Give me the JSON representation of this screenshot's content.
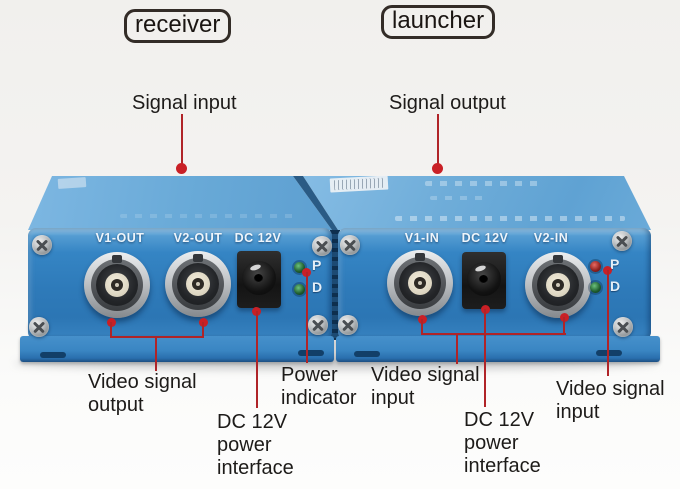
{
  "titles": {
    "receiver": "receiver",
    "launcher": "launcher"
  },
  "top_callouts": {
    "signal_input": "Signal input",
    "signal_output": "Signal output"
  },
  "receiver_device": {
    "port1": "V1-OUT",
    "port2": "V2-OUT",
    "power": "DC 12V",
    "led_p": "P",
    "led_d": "D"
  },
  "launcher_device": {
    "port1": "V1-IN",
    "power": "DC 12V",
    "port2": "V2-IN",
    "led_p": "P",
    "led_d": "D"
  },
  "bottom_callouts": {
    "video_signal_output": "Video signal output",
    "power_indicator": "Power indicator",
    "dc_power_left": "DC 12V power interface",
    "video_signal_input_mid": "Video signal input",
    "dc_power_right": "DC 12V power interface",
    "video_signal_input_right": "Video signal input"
  },
  "colors": {
    "annotation_red": "#b02428",
    "dot_red": "#c92026",
    "device_front_blue": "#2f7cbd",
    "device_top_blue": "#6fadd9",
    "led_green": "#2e8a44",
    "led_red": "#c03a34",
    "background": "#f3f2ef"
  }
}
